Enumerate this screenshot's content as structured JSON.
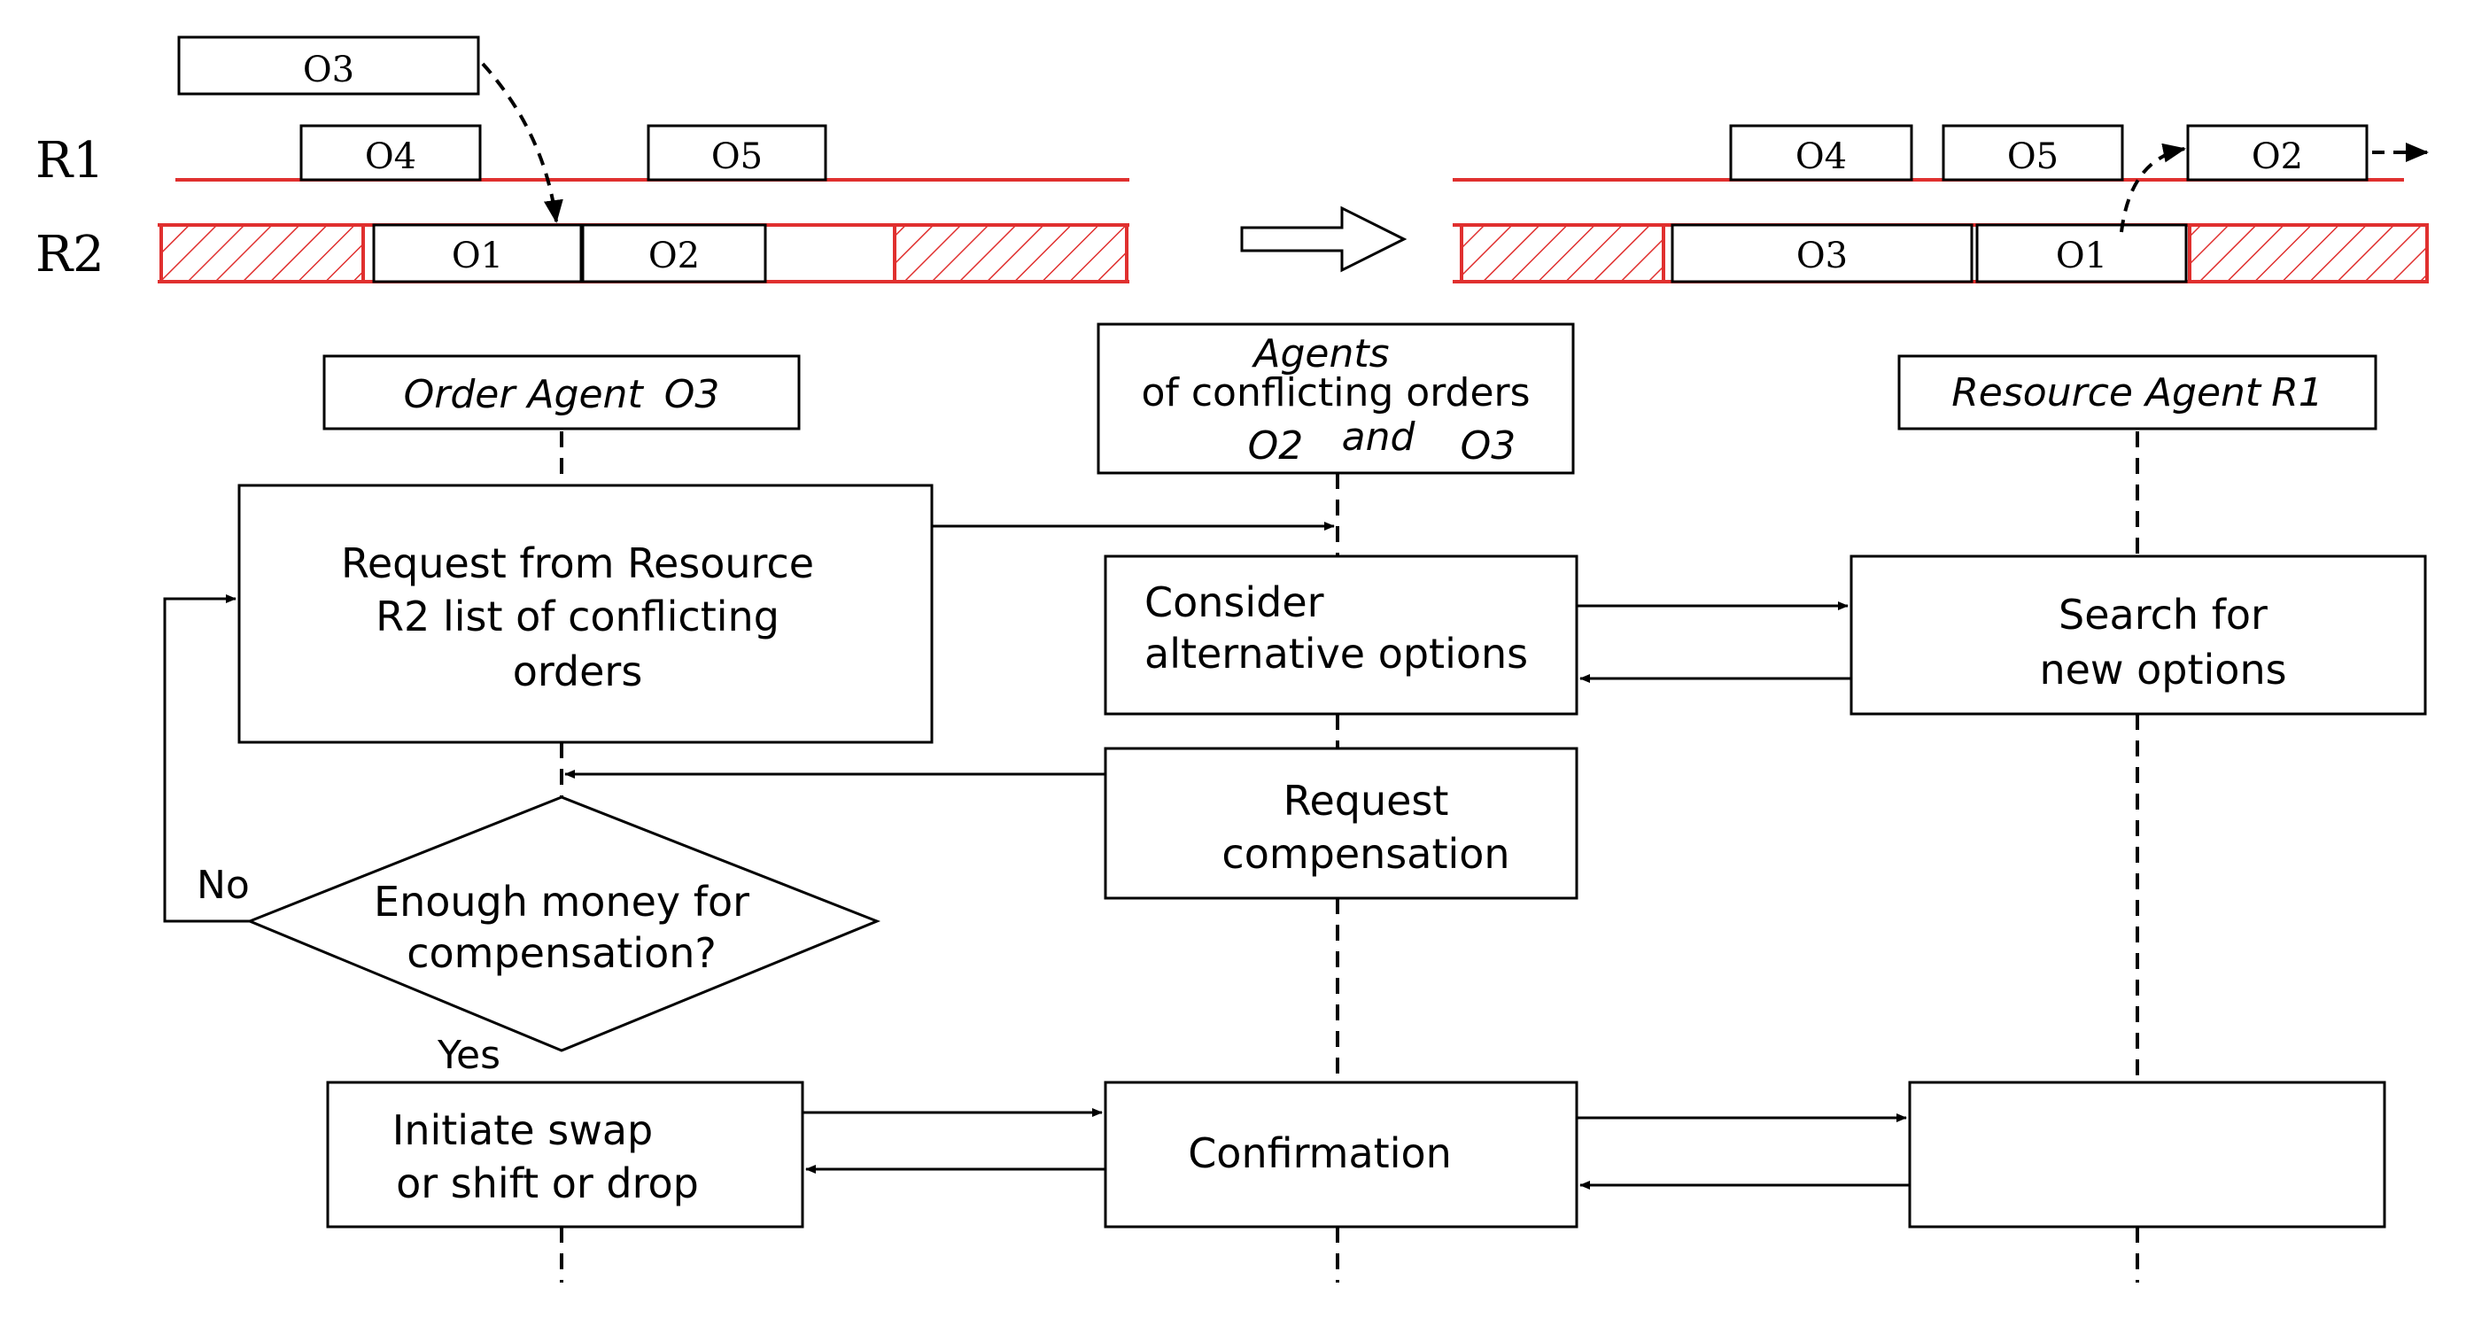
{
  "timeline": {
    "resource_labels": [
      "R1",
      "R2"
    ],
    "before": {
      "o3": "O3",
      "r1_orders": [
        "O4",
        "O5"
      ],
      "r2_orders": [
        "O1",
        "O2"
      ]
    },
    "after": {
      "r1_orders": [
        "O4",
        "O5",
        "O2"
      ],
      "r2_orders": [
        "O3",
        "O1"
      ]
    }
  },
  "lanes": {
    "order_agent": {
      "label": "Order Agent",
      "id": "O3"
    },
    "conflicting_agents": {
      "line1": "Agents",
      "line2": "of conflicting orders",
      "o2": "O2",
      "and": "and",
      "o3": "O3"
    },
    "resource_agent": {
      "label": "Resource Agent",
      "id": "R1"
    }
  },
  "steps": {
    "request_resource": [
      "Request from Resource",
      "R2 list of conflicting",
      "orders"
    ],
    "consider": [
      "Consider",
      "alternative options"
    ],
    "search": [
      "Search for",
      "new options"
    ],
    "request_compensation": [
      "Request",
      "compensation"
    ],
    "decision": [
      "Enough money for",
      "compensation?"
    ],
    "decision_no": "No",
    "decision_yes": "Yes",
    "initiate": [
      "Initiate swap",
      "or shift or drop"
    ],
    "confirmation": "Confirmation"
  }
}
